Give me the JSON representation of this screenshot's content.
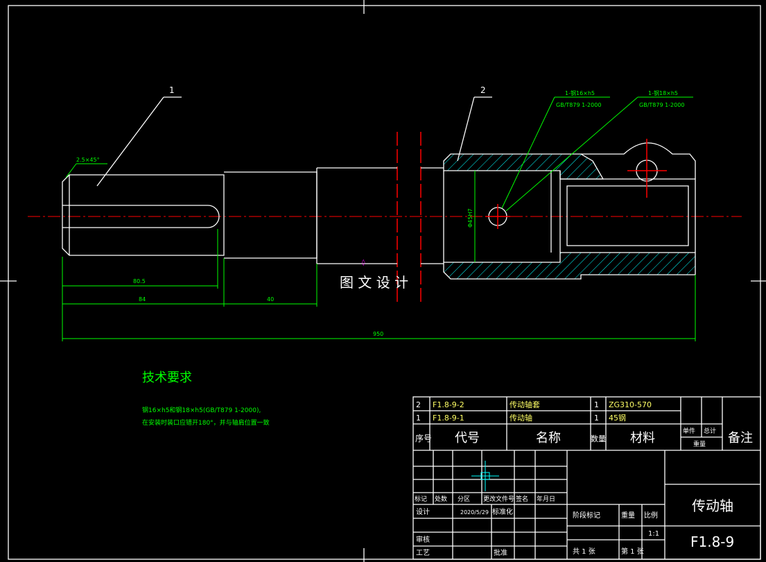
{
  "drawing": {
    "parts": {
      "part1": "1",
      "part2": "2"
    },
    "annotations": {
      "chamfer": "2.5×45°",
      "hole1_line1": "1-钢16×h5",
      "hole1_line2": "GB/T879 1-2000",
      "hole2_line1": "1-钢18×h5",
      "hole2_line2": "GB/T879 1-2000",
      "bore_dia": "Φ45H7"
    },
    "dimensions": {
      "keyway": "80.5",
      "shaft_len": "84",
      "step_len": "40",
      "total": "950"
    },
    "watermark": "图 文 设 计"
  },
  "tech": {
    "title": "技术要求",
    "line1": "钢16×h5和钢18×h5(GB/T879 1-2000),",
    "line2": "在安装时装口应错开180°，并与轴肩位置一致"
  },
  "bom": {
    "rows": [
      {
        "no": "2",
        "code": "F1.8-9-2",
        "name": "传动轴套",
        "qty": "1",
        "material": "ZG310-570"
      },
      {
        "no": "1",
        "code": "F1.8-9-1",
        "name": "传动轴",
        "qty": "1",
        "material": "45钢"
      }
    ],
    "header": {
      "no": "序号",
      "code": "代号",
      "name": "名称",
      "qty": "数量",
      "material": "材料",
      "single": "单件",
      "total": "总计",
      "weight": "重量",
      "remark": "备注"
    }
  },
  "titleblock": {
    "rev": [
      "标记",
      "处数",
      "分区",
      "更改文件号",
      "签名",
      "年月日"
    ],
    "design": "设计",
    "date": "2020/5/29",
    "standard": "标准化",
    "review": "审核",
    "process": "工艺",
    "approve": "批准",
    "stage": "阶段标记",
    "weight": "重量",
    "scale": "比例",
    "scale_val": "1:1",
    "sheets_total": "共 1 张",
    "sheet_no": "第 1 张",
    "part_name": "传动轴",
    "drawing_no": "F1.8-9"
  }
}
